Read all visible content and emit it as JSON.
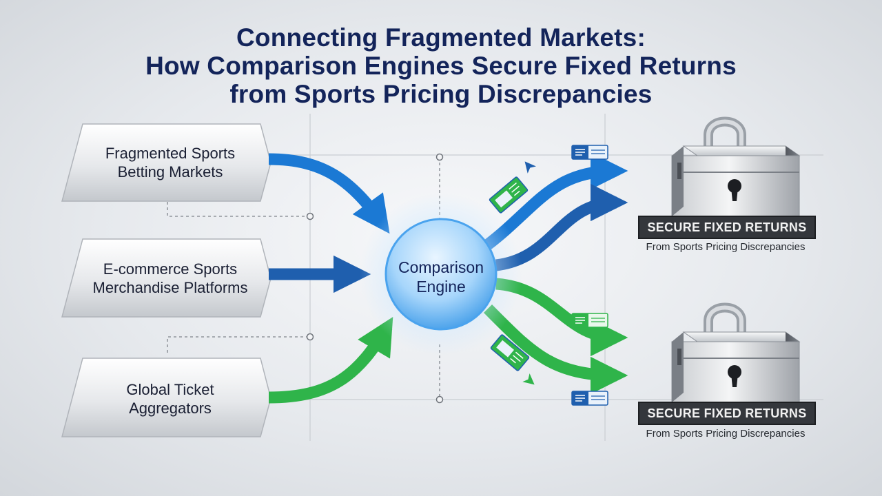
{
  "title": {
    "line1": "Connecting Fragmented Markets:",
    "line2": "How Comparison Engines Secure Fixed Returns",
    "line3": "from Sports Pricing Discrepancies"
  },
  "sources": [
    {
      "line1": "Fragmented Sports",
      "line2": "Betting Markets"
    },
    {
      "line1": "E-commerce Sports",
      "line2": "Merchandise Platforms"
    },
    {
      "line1": "Global Ticket",
      "line2": "Aggregators"
    }
  ],
  "engine": {
    "line1": "Comparison",
    "line2": "Engine"
  },
  "outputs": [
    {
      "banner": "SECURE FIXED RETURNS",
      "subtitle": "From Sports Pricing Discrepancies"
    },
    {
      "banner": "SECURE FIXED RETURNS",
      "subtitle": "From Sports Pricing Discrepancies"
    }
  ],
  "colors": {
    "blue": "#1b79d4",
    "dark_blue": "#1f5fae",
    "green": "#2fb44a",
    "title": "#13245a"
  },
  "icons": [
    "lock-safe-icon",
    "ticket-icon",
    "document-card-icon",
    "cursor-arrow-icon"
  ]
}
